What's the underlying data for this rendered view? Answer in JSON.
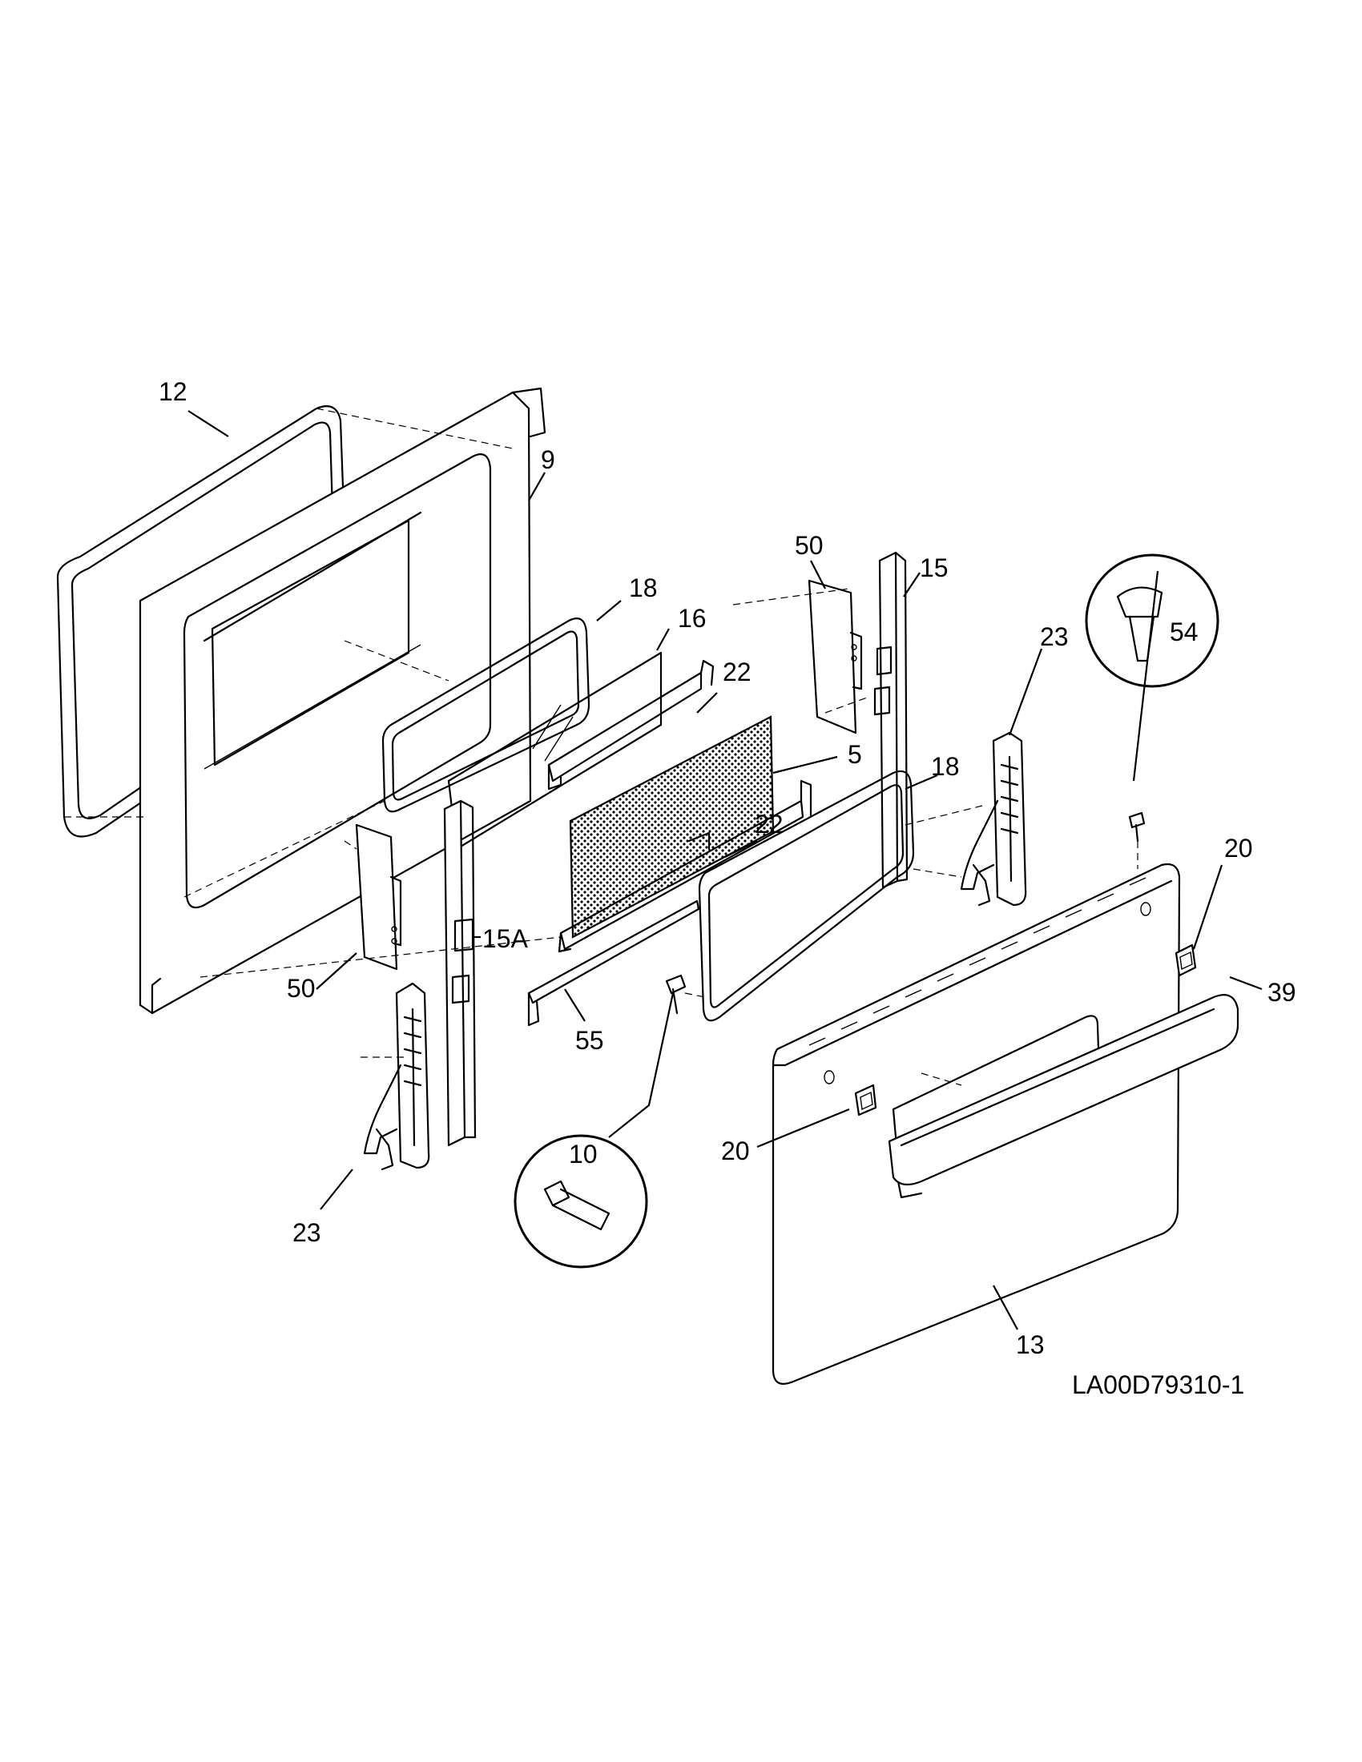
{
  "diagram_ref": "LA00D79310-1",
  "callouts": {
    "c12": "12",
    "c9": "9",
    "c50a": "50",
    "c15": "15",
    "c18a": "18",
    "c16": "16",
    "c22a": "22",
    "c5": "5",
    "c23a": "23",
    "c54": "54",
    "c18b": "18",
    "c22b": "22",
    "c20a": "20",
    "c15a": "15A",
    "c50b": "50",
    "c55": "55",
    "c39": "39",
    "c10": "10",
    "c20b": "20",
    "c23b": "23",
    "c13": "13"
  }
}
